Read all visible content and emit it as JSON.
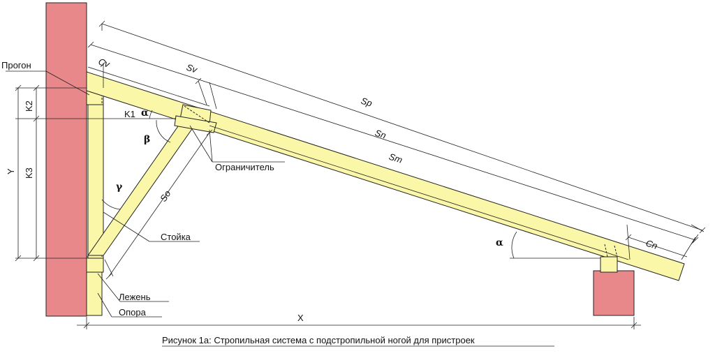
{
  "labels": {
    "progon": "Прогон",
    "k2": "K2",
    "k1": "K1",
    "k3": "K3",
    "y": "Y",
    "x": "X",
    "cv": "Cv",
    "sv": "Sv",
    "sp": "Sp",
    "sn": "Sn",
    "sm": "Sm",
    "so": "So",
    "cn": "Cn",
    "alpha_top": "α",
    "alpha_bottom": "α",
    "beta": "β",
    "gamma": "γ",
    "ogranichitel": "Ограничитель",
    "stoyka": "Стойка",
    "lezhen": "Лежень",
    "opora": "Опора"
  },
  "caption": "Рисунок 1а: Стропильная система с подстропильной ногой для пристроек",
  "colors": {
    "brick": "#e9888a",
    "wood": "#fbf7a9",
    "line": "#222222"
  }
}
